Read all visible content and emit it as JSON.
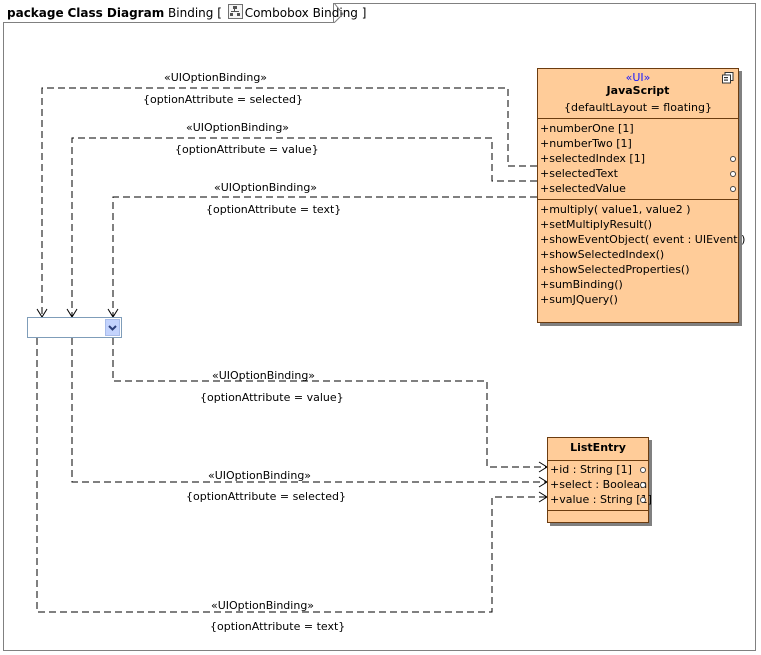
{
  "frame": {
    "kind": "package",
    "diagram_type": "Class Diagram",
    "name": "Binding",
    "context": "Combobox Binding"
  },
  "javascript_class": {
    "stereotype": "«UI»",
    "name": "JavaScript",
    "properties": "{defaultLayout = floating}",
    "attributes": [
      "+numberOne [1]",
      "+numberTwo [1]",
      "+selectedIndex [1]",
      "+selectedText",
      "+selectedValue"
    ],
    "operations": [
      "+multiply( value1, value2 )",
      "+setMultiplyResult()",
      "+showEventObject( event : UIEvent )",
      "+showSelectedIndex()",
      "+showSelectedProperties()",
      "+sumBinding()",
      "+sumJQuery()"
    ]
  },
  "list_entry_class": {
    "name": "ListEntry",
    "attributes": [
      "+id : String [1]",
      "+select : Boolean",
      "+value : String [1]"
    ]
  },
  "combobox": {
    "icon": "chevron-down-icon"
  },
  "bindings": [
    {
      "stereotype": "«UIOptionBinding»",
      "constraint": "{optionAttribute = selected}"
    },
    {
      "stereotype": "«UIOptionBinding»",
      "constraint": "{optionAttribute = value}"
    },
    {
      "stereotype": "«UIOptionBinding»",
      "constraint": "{optionAttribute = text}"
    },
    {
      "stereotype": "«UIOptionBinding»",
      "constraint": "{optionAttribute = value}"
    },
    {
      "stereotype": "«UIOptionBinding»",
      "constraint": "{optionAttribute = selected}"
    },
    {
      "stereotype": "«UIOptionBinding»",
      "constraint": "{optionAttribute = text}"
    }
  ],
  "colors": {
    "class_fill": "#ffcc99",
    "class_border": "#6b3c10",
    "stereotype": "#1a1aff",
    "line": "#000000"
  }
}
